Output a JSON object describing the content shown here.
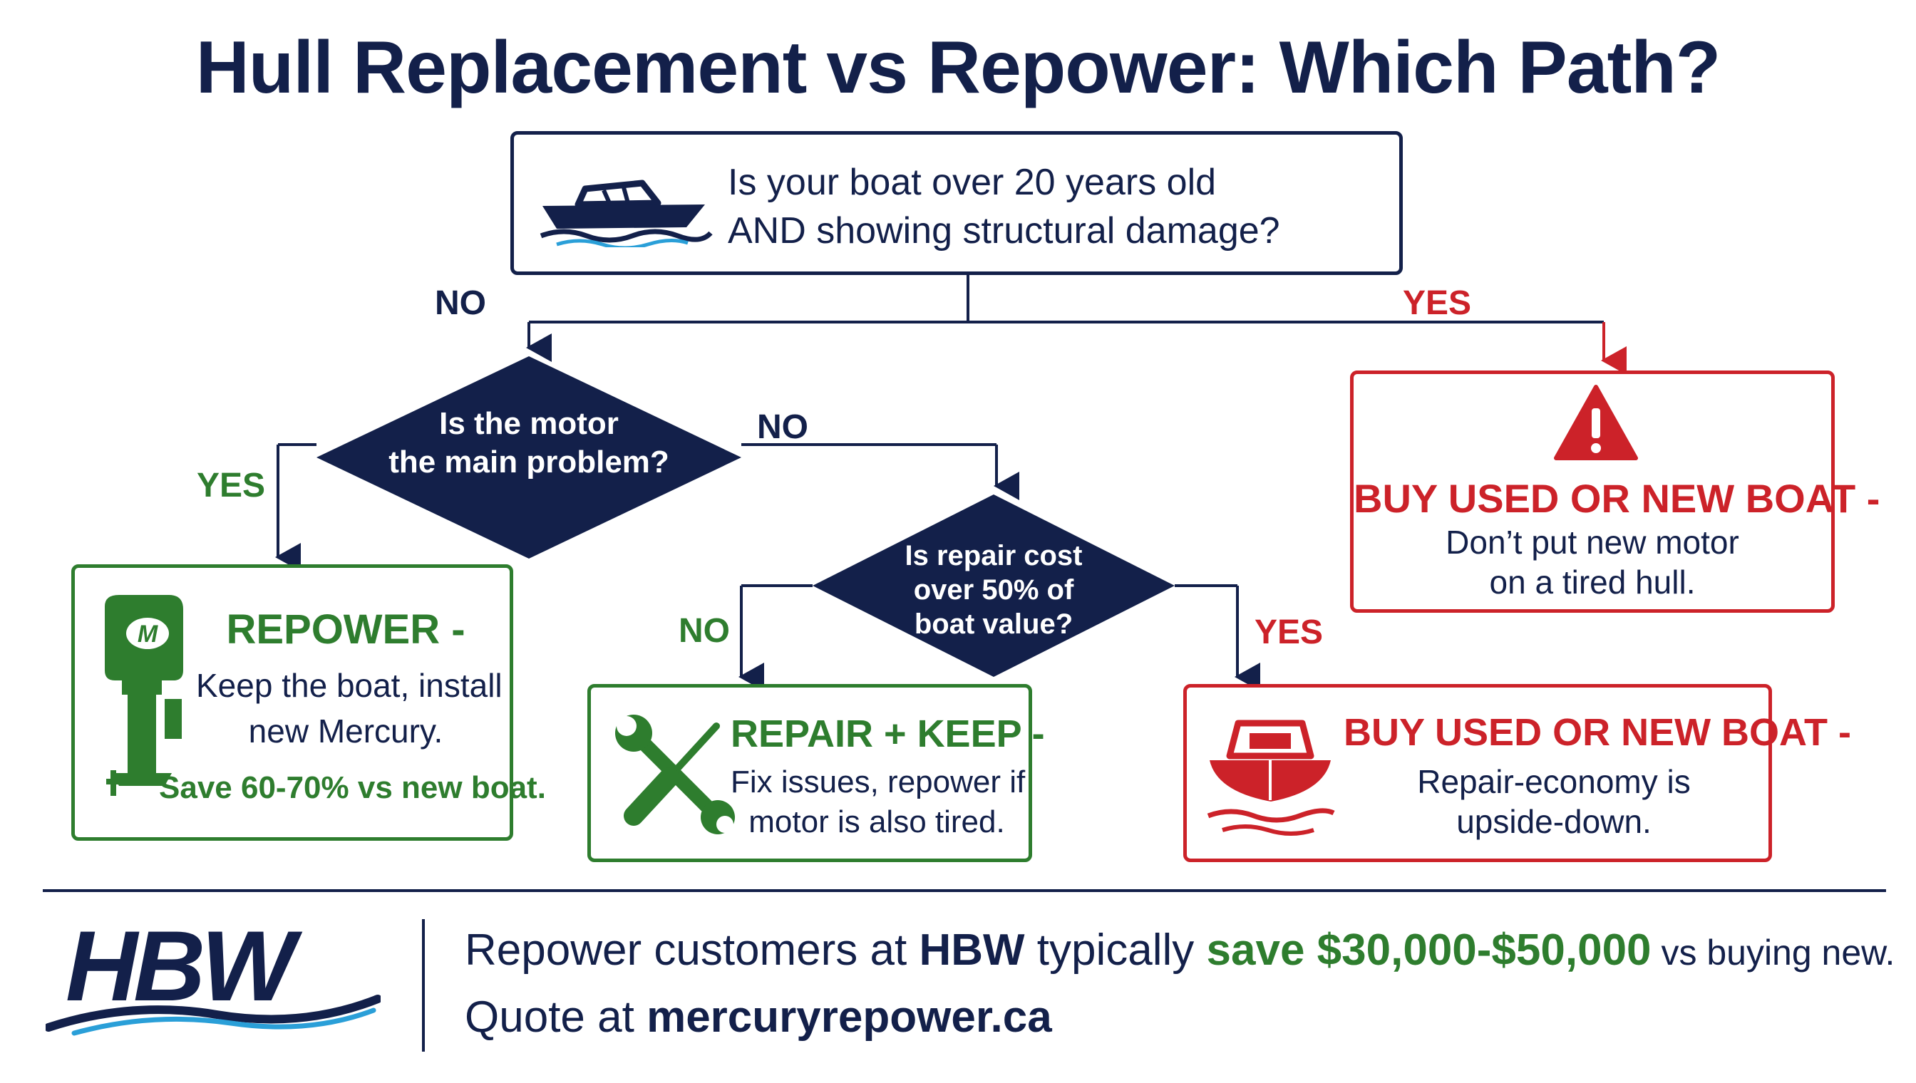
{
  "title": "Hull Replacement vs Repower: Which Path?",
  "start": {
    "line1": "Is your boat over 20 years old",
    "line2": "AND showing structural damage?",
    "icon": "speedboat-icon"
  },
  "branch_labels": {
    "top_no": "NO",
    "top_yes": "YES",
    "motor_yes": "YES",
    "motor_no": "NO",
    "cost_no": "NO",
    "cost_yes": "YES"
  },
  "motor_question": {
    "line1": "Is the motor",
    "line2": "the main problem?"
  },
  "cost_question": {
    "line1": "Is repair cost",
    "line2": "over 50% of",
    "line3": "boat value?"
  },
  "outcomes": {
    "repower": {
      "heading": "REPOWER -",
      "line1": "Keep the boat, install",
      "line2": "new Mercury.",
      "line3": "Save 60-70% vs new boat.",
      "icon": "outboard-motor-icon"
    },
    "repair": {
      "heading": "REPAIR + KEEP -",
      "line1": "Fix issues, repower if",
      "line2": "motor is also tired.",
      "icon": "wrench-screwdriver-icon"
    },
    "buy_tired_hull": {
      "heading": "BUY USED OR NEW BOAT -",
      "line1": "Don’t put new motor",
      "line2": "on a tired hull.",
      "icon": "warning-icon"
    },
    "buy_upside_down": {
      "heading": "BUY USED OR NEW BOAT -",
      "line1": "Repair-economy is",
      "line2": "upside-down.",
      "icon": "boat-front-icon"
    }
  },
  "footer": {
    "logo": "HBW",
    "line1_a": "Repower customers at ",
    "line1_brand": "HBW",
    "line1_b": " typically ",
    "line1_save": "save $30,000-$50,000",
    "line1_c": " vs buying new.",
    "line2_a": "Quote at ",
    "line2_url": "mercuryrepower.ca"
  },
  "colors": {
    "navy": "#13204a",
    "green": "#2e7d2e",
    "red": "#cc2229",
    "wave_blue": "#2a9fd8"
  }
}
